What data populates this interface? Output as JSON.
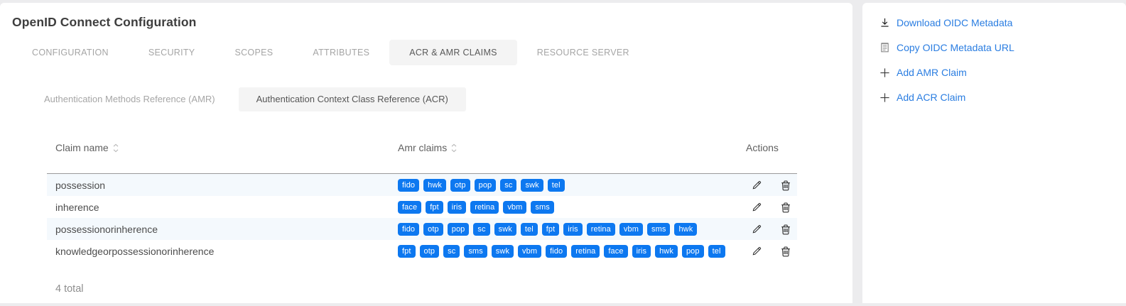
{
  "page": {
    "title": "OpenID Connect Configuration"
  },
  "tabs": [
    {
      "label": "CONFIGURATION",
      "active": false
    },
    {
      "label": "SECURITY",
      "active": false
    },
    {
      "label": "SCOPES",
      "active": false
    },
    {
      "label": "ATTRIBUTES",
      "active": false
    },
    {
      "label": "ACR & AMR CLAIMS",
      "active": true
    },
    {
      "label": "RESOURCE SERVER",
      "active": false
    }
  ],
  "subtabs": [
    {
      "label": "Authentication Methods Reference (AMR)",
      "active": false
    },
    {
      "label": "Authentication Context Class Reference (ACR)",
      "active": true
    }
  ],
  "claims_table": {
    "columns": [
      {
        "label": "Claim name",
        "sortable": true
      },
      {
        "label": "Amr claims",
        "sortable": true
      },
      {
        "label": "Actions",
        "sortable": false
      }
    ],
    "rows": [
      {
        "claim_name": "possession",
        "amr_claims": [
          "fido",
          "hwk",
          "otp",
          "pop",
          "sc",
          "swk",
          "tel"
        ]
      },
      {
        "claim_name": "inherence",
        "amr_claims": [
          "face",
          "fpt",
          "iris",
          "retina",
          "vbm",
          "sms"
        ]
      },
      {
        "claim_name": "possessionorinherence",
        "amr_claims": [
          "fido",
          "otp",
          "pop",
          "sc",
          "swk",
          "tel",
          "fpt",
          "iris",
          "retina",
          "vbm",
          "sms",
          "hwk"
        ]
      },
      {
        "claim_name": "knowledgeorpossessionorinherence",
        "amr_claims": [
          "fpt",
          "otp",
          "sc",
          "sms",
          "swk",
          "vbm",
          "fido",
          "retina",
          "face",
          "iris",
          "hwk",
          "pop",
          "tel"
        ]
      }
    ],
    "total_text": "4 total"
  },
  "action_links": [
    {
      "label": "Download OIDC Metadata",
      "icon": "download-icon"
    },
    {
      "label": "Copy OIDC Metadata URL",
      "icon": "copy-icon"
    },
    {
      "label": "Add AMR Claim",
      "icon": "plus-icon"
    },
    {
      "label": "Add ACR Claim",
      "icon": "plus-icon"
    }
  ],
  "colors": {
    "badge_blue": "#0d78f0",
    "link_blue": "#2a7de1",
    "row_alt": "#f4f9fd"
  }
}
